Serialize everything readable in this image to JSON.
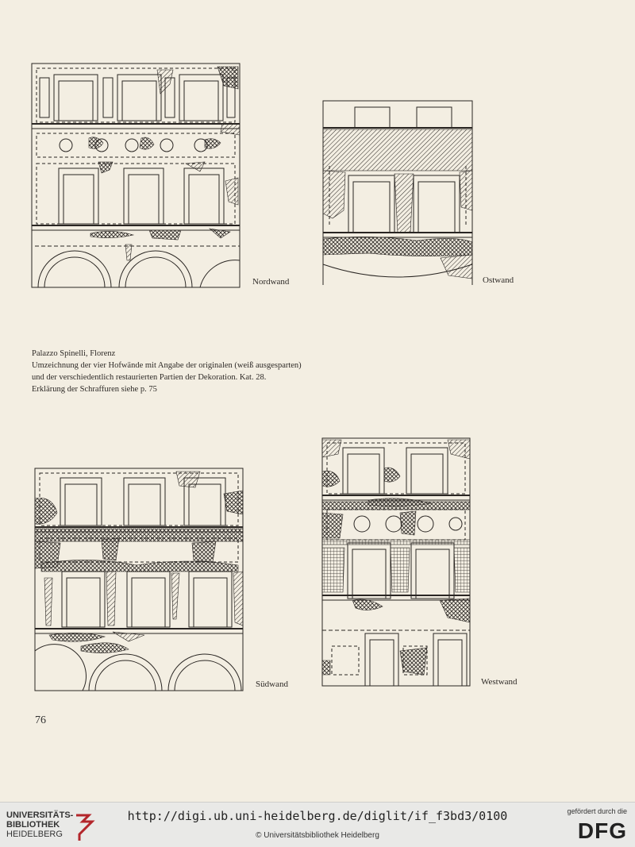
{
  "walls": {
    "north": {
      "label": "Nordwand"
    },
    "east": {
      "label": "Ostwand"
    },
    "south": {
      "label": "Südwand"
    },
    "west": {
      "label": "Westwand"
    }
  },
  "caption": {
    "lines": [
      "Palazzo Spinelli, Florenz",
      "Umzeichnung der vier Hofwände mit Angabe der originalen (weiß ausgesparten)",
      "und der verschiedentlich restaurierten Partien der Dekoration. Kat. 28.",
      "Erklärung der Schraffuren siehe p. 75"
    ]
  },
  "page_number": "76",
  "footer": {
    "library_line1": "UNIVERSITÄTS-",
    "library_line2": "BIBLIOTHEK",
    "library_line3": "HEIDELBERG",
    "url": "http://digi.ub.uni-heidelberg.de/diglit/if_f3bd3/0100",
    "copyright": "© Universitätsbibliothek Heidelberg",
    "funded_by": "gefördert durch die",
    "dfg": "DFG"
  },
  "colors": {
    "ink": "#2a2623",
    "paper": "#f3eee2",
    "footer_bg": "#e9e9e7",
    "ub_red": "#b3262b"
  }
}
